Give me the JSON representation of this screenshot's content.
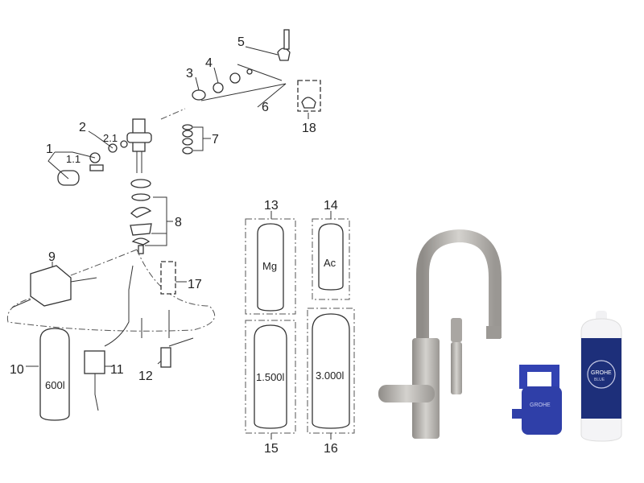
{
  "callouts": {
    "p1": "1",
    "p1_1": "1.1",
    "p2": "2",
    "p2_1": "2.1",
    "p3": "3",
    "p4": "4",
    "p5": "5",
    "p6": "6",
    "p7": "7",
    "p8": "8",
    "p9": "9",
    "p10": "10",
    "p11": "11",
    "p12": "12",
    "p13": "13",
    "p14": "14",
    "p15": "15",
    "p16": "16",
    "p17": "17",
    "p18": "18"
  },
  "cartridges": {
    "mg": "Mg",
    "ac": "Ac",
    "c600": "600l",
    "c1500": "1.500l",
    "c3000": "3.000l"
  },
  "product_photo": {
    "brand": "GROHE",
    "sub_brand": "BLUE",
    "faucet_color": "#b9b6b1",
    "filter_head_color": "#2f3fa8",
    "filter_label_color": "#1d2f7a"
  }
}
